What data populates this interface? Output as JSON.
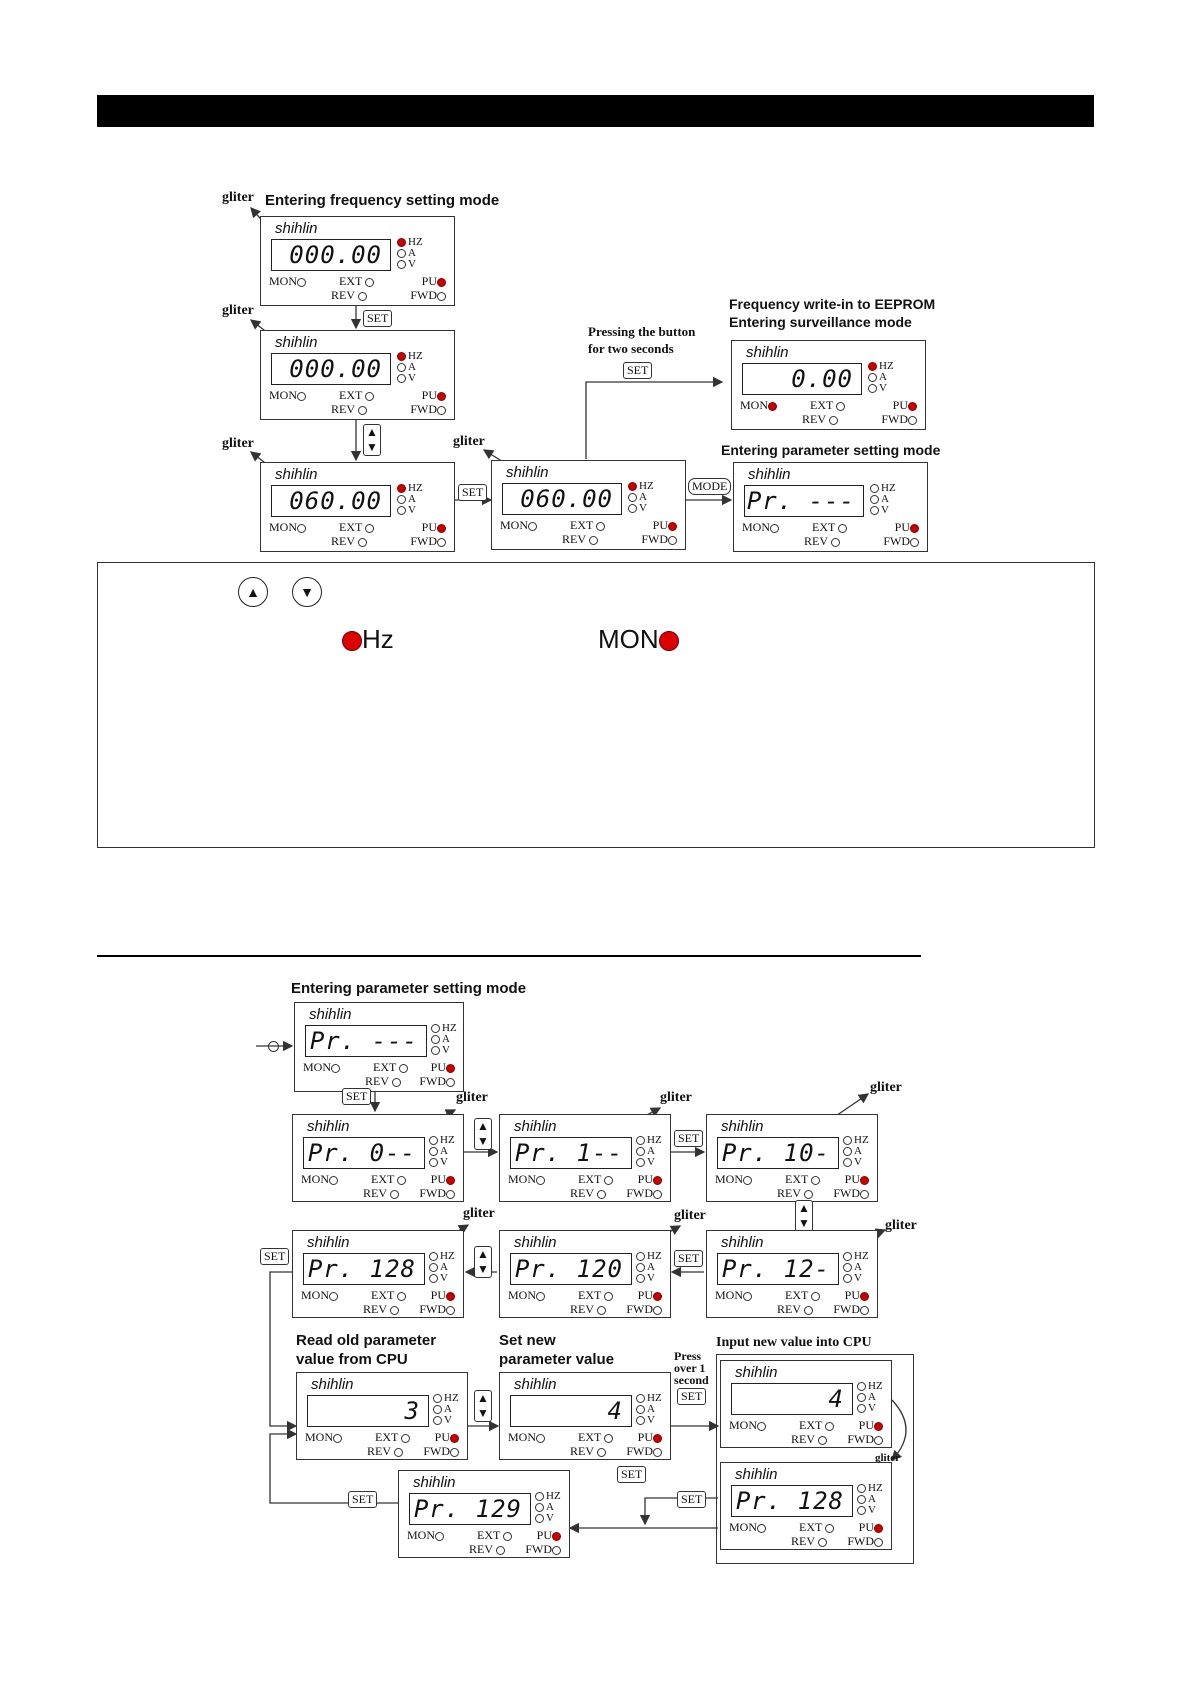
{
  "brand": "shihlin",
  "indicators": {
    "hz": "HZ",
    "a": "A",
    "v": "V",
    "mon": "MON",
    "ext": "EXT",
    "pu": "PU",
    "rev": "REV",
    "fwd": "FWD"
  },
  "gliter": "gliter",
  "keys": {
    "set": "SET",
    "mode": "MODE"
  },
  "section1": {
    "caption_freq": "Entering frequency setting mode",
    "pressing_line1": "Pressing the button",
    "pressing_line2": "for two seconds",
    "eeprom_line1": "Frequency write-in to EEPROM",
    "eeprom_line2": "Entering surveillance mode",
    "param_caption": "Entering parameter setting mode",
    "displays": [
      "000.00",
      "000.00",
      "060.00",
      "060.00",
      "0.00",
      "Pr. ---"
    ]
  },
  "notes": {
    "hz_label": "Hz",
    "mon_label": "MON"
  },
  "section2": {
    "caption_param": "Entering parameter setting mode",
    "read_old_line1": "Read old parameter",
    "read_old_line2": "value from CPU",
    "set_new_line1": "Set new",
    "set_new_line2": "parameter value",
    "press_line1": "Press",
    "press_line2": "over 1",
    "press_line3": "second",
    "input_new": "Input new value into CPU",
    "displays": [
      "Pr. ---",
      "Pr. 0--",
      "Pr. 1--",
      "Pr. 10-",
      "Pr. 128",
      "Pr. 120",
      "Pr. 12-",
      "3",
      "4",
      "4",
      "Pr. 128",
      "Pr. 129"
    ]
  }
}
